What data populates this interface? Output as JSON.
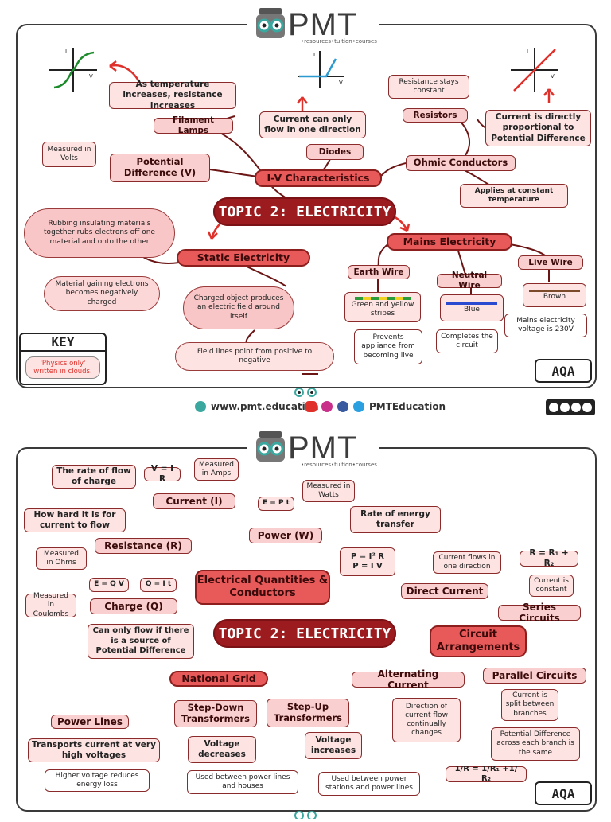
{
  "brand": {
    "name": "PMT",
    "tagline": "•resources•tuition•courses"
  },
  "page1": {
    "center": "TOPIC 2: ELECTRICITY",
    "iv": {
      "title": "I-V Characteristics",
      "filament": {
        "label": "Filament Lamps",
        "note": "As temperature increases, resistance increases"
      },
      "diodes": {
        "label": "Diodes",
        "note": "Current can only flow in one direction"
      },
      "resistors": {
        "label": "Resistors",
        "note": "Resistance stays constant"
      },
      "ohmic": {
        "label": "Ohmic Conductors",
        "note": "Applies at constant temperature",
        "proportional": "Current is directly proportional to Potential Difference"
      },
      "pd": {
        "label": "Potential Difference (V)",
        "note": "Measured in Volts"
      },
      "axis_i": "I",
      "axis_v": "V"
    },
    "static": {
      "title": "Static Electricity",
      "cloud1": "Rubbing insulating materials together rubs electrons off one material and onto the other",
      "cloud2": "Material gaining electrons becomes negatively charged",
      "cloud3": "Charged object produces an electric field around itself",
      "cloud4": "Field lines point from positive to negative"
    },
    "mains": {
      "title": "Mains Electricity",
      "earth": {
        "label": "Earth Wire",
        "colour": "Green and yellow stripes",
        "note": "Prevents appliance from becoming live"
      },
      "neutral": {
        "label": "Neutral Wire",
        "colour": "Blue",
        "note": "Completes the circuit"
      },
      "live": {
        "label": "Live Wire",
        "colour": "Brown",
        "note": "Mains electricity voltage is 230V"
      }
    },
    "key": {
      "title": "KEY",
      "text": "'Physics only' written in clouds."
    },
    "board": "AQA"
  },
  "footer": {
    "website": "www.pmt.education",
    "social": "PMTEducation"
  },
  "page2": {
    "center": "TOPIC 2: ELECTRICITY",
    "eq": {
      "title": "Electrical Quantities & Conductors",
      "current": {
        "label": "Current (I)",
        "def": "The rate of flow of charge",
        "formula": "V = I R",
        "unit": "Measured in Amps"
      },
      "resistance": {
        "label": "Resistance (R)",
        "def": "How hard it is for current to flow",
        "unit": "Measured in Ohms"
      },
      "charge": {
        "label": "Charge (Q)",
        "f1": "E = Q V",
        "f2": "Q = I t",
        "unit": "Measured in Coulombs",
        "note": "Can only flow if there is a source of Potential Difference"
      },
      "power": {
        "label": "Power (W)",
        "f1": "E = P t",
        "unit": "Measured in Watts",
        "def": "Rate of energy transfer",
        "f2": "P = I² R",
        "f3": "P = I V"
      }
    },
    "circuits": {
      "title": "Circuit Arrangements",
      "dc": {
        "label": "Direct Current",
        "note": "Current flows in one direction"
      },
      "ac": {
        "label": "Alternating Current",
        "note": "Direction of current flow continually changes"
      },
      "series": {
        "label": "Series Circuits",
        "formula": "R = R₁ + R₂",
        "note": "Current is constant"
      },
      "parallel": {
        "label": "Parallel Circuits",
        "n1": "Current is split between branches",
        "n2": "Potential Difference across each branch is the same",
        "formula": "1/R = 1/R₁ +1/ R₂"
      }
    },
    "grid": {
      "title": "National Grid",
      "power_lines": {
        "label": "Power Lines",
        "n1": "Transports current at very high voltages",
        "n2": "Higher voltage reduces energy loss"
      },
      "step_down": {
        "label": "Step-Down Transformers",
        "n1": "Voltage decreases",
        "n2": "Used between power lines and houses"
      },
      "step_up": {
        "label": "Step-Up Transformers",
        "n1": "Voltage increases",
        "n2": "Used between power stations and power lines"
      }
    },
    "board": "AQA"
  },
  "colors": {
    "center": "#9b1b1f",
    "branch": "#e85a5a",
    "box": "#f9d0cf",
    "cloud": "#f8c6c6",
    "arrow": "#e0302a",
    "line": "#6b1515"
  }
}
